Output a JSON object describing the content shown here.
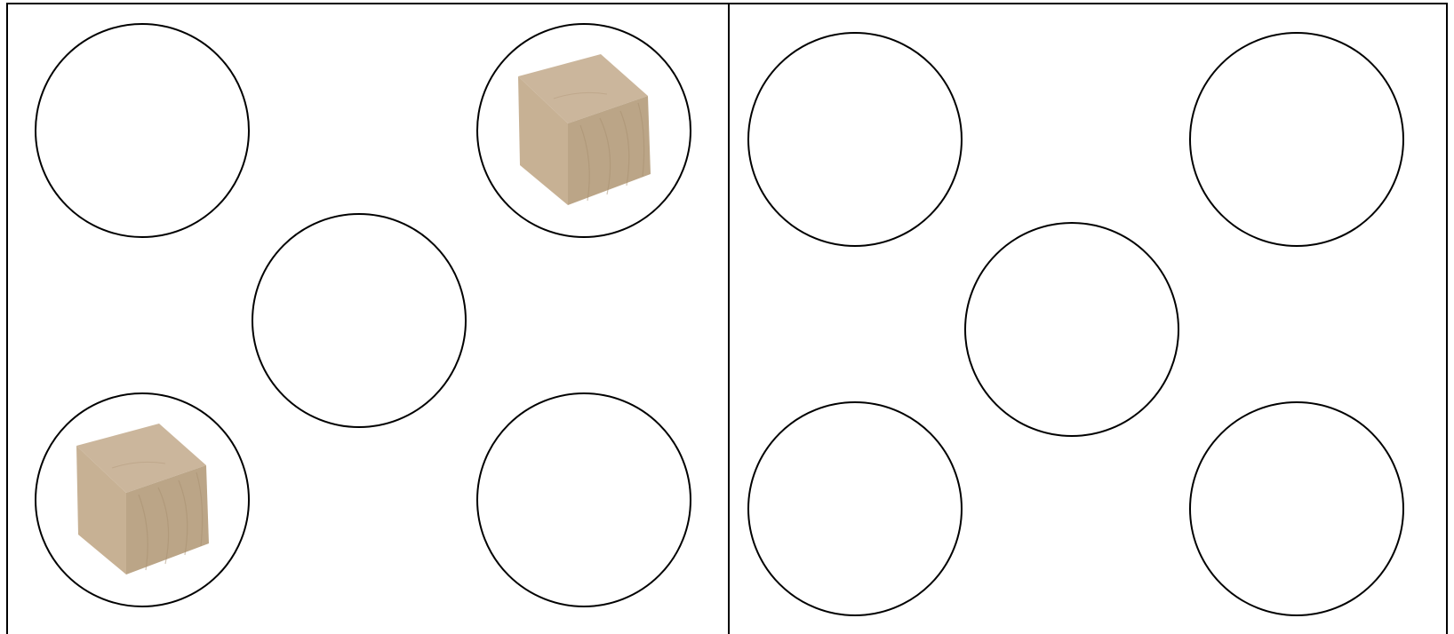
{
  "panels": [
    {
      "name": "left-ten-frame-half",
      "slots": [
        {
          "slot": "top-left",
          "filled": false
        },
        {
          "slot": "top-right",
          "filled": true
        },
        {
          "slot": "center",
          "filled": false
        },
        {
          "slot": "bottom-left",
          "filled": true
        },
        {
          "slot": "bottom-right",
          "filled": false
        }
      ]
    },
    {
      "name": "right-ten-frame-half",
      "slots": [
        {
          "slot": "top-left",
          "filled": false
        },
        {
          "slot": "top-right",
          "filled": false
        },
        {
          "slot": "center",
          "filled": false
        },
        {
          "slot": "bottom-left",
          "filled": false
        },
        {
          "slot": "bottom-right",
          "filled": false
        }
      ]
    }
  ],
  "colors": {
    "outline": "#000000",
    "cube_top": "#cbb69c",
    "cube_left": "#c7b194",
    "cube_right": "#bba587",
    "cube_grain": "#a8906f"
  },
  "icons": {
    "cube": "wooden-cube-icon"
  }
}
